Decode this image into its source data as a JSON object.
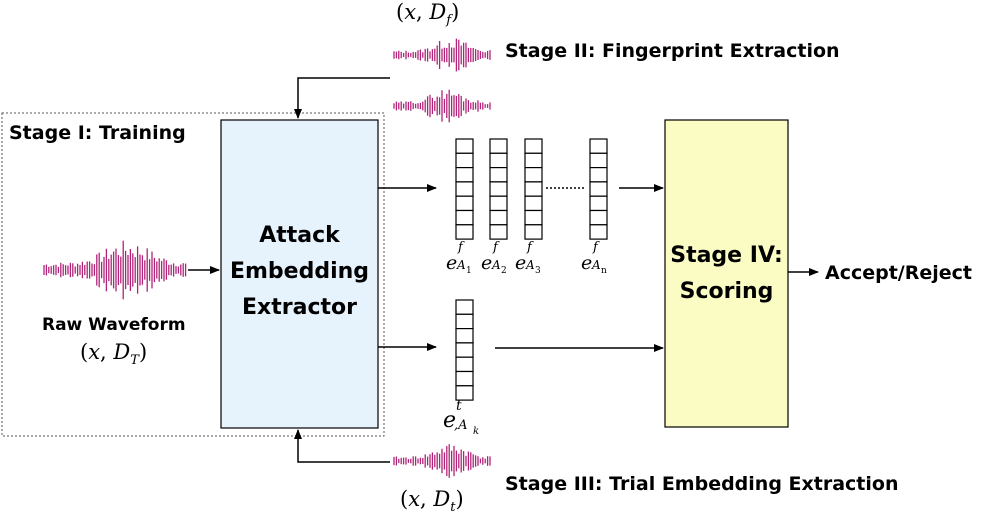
{
  "labels": {
    "stage1": "Stage I: Training",
    "stage2": "Stage II: Fingerprint Extraction",
    "stage3": "Stage III: Trial Embedding Extraction",
    "stage4_line1": "Stage IV:",
    "stage4_line2": "Scoring",
    "extractor_line1": "Attack",
    "extractor_line2": "Embedding",
    "extractor_line3": "Extractor",
    "raw_waveform": "Raw Waveform",
    "output": "Accept/Reject"
  },
  "math": {
    "train_pair": {
      "open": "(",
      "x": "x",
      "comma": ", ",
      "D": "D",
      "sub": "T",
      "close": ")"
    },
    "finger_pair": {
      "open": "(",
      "x": "x",
      "comma": ", ",
      "D": "D",
      "sub": "f",
      "close": ")"
    },
    "trial_pair": {
      "open": "(",
      "x": "x",
      "comma": ", ",
      "D": "D",
      "sub": "t",
      "close": ")"
    }
  },
  "embeddings": {
    "fingerprint": [
      {
        "base": "e",
        "sup": "f",
        "sub": "A",
        "subsub": "1"
      },
      {
        "base": "e",
        "sup": "f",
        "sub": "A",
        "subsub": "2"
      },
      {
        "base": "e",
        "sup": "f",
        "sub": "A",
        "subsub": "3"
      },
      {
        "base": "e",
        "sup": "f",
        "sub": "A",
        "subsub": "n"
      }
    ],
    "trial": {
      "base": "e",
      "sup": "t",
      "sub": ",A",
      "subsub": "k"
    }
  },
  "colors": {
    "waveform": "#b0237a",
    "extractor_fill": "#e6f2fc",
    "scoring_fill": "#fbfbc4",
    "border": "#000000",
    "dotted_frame": "#555555"
  }
}
